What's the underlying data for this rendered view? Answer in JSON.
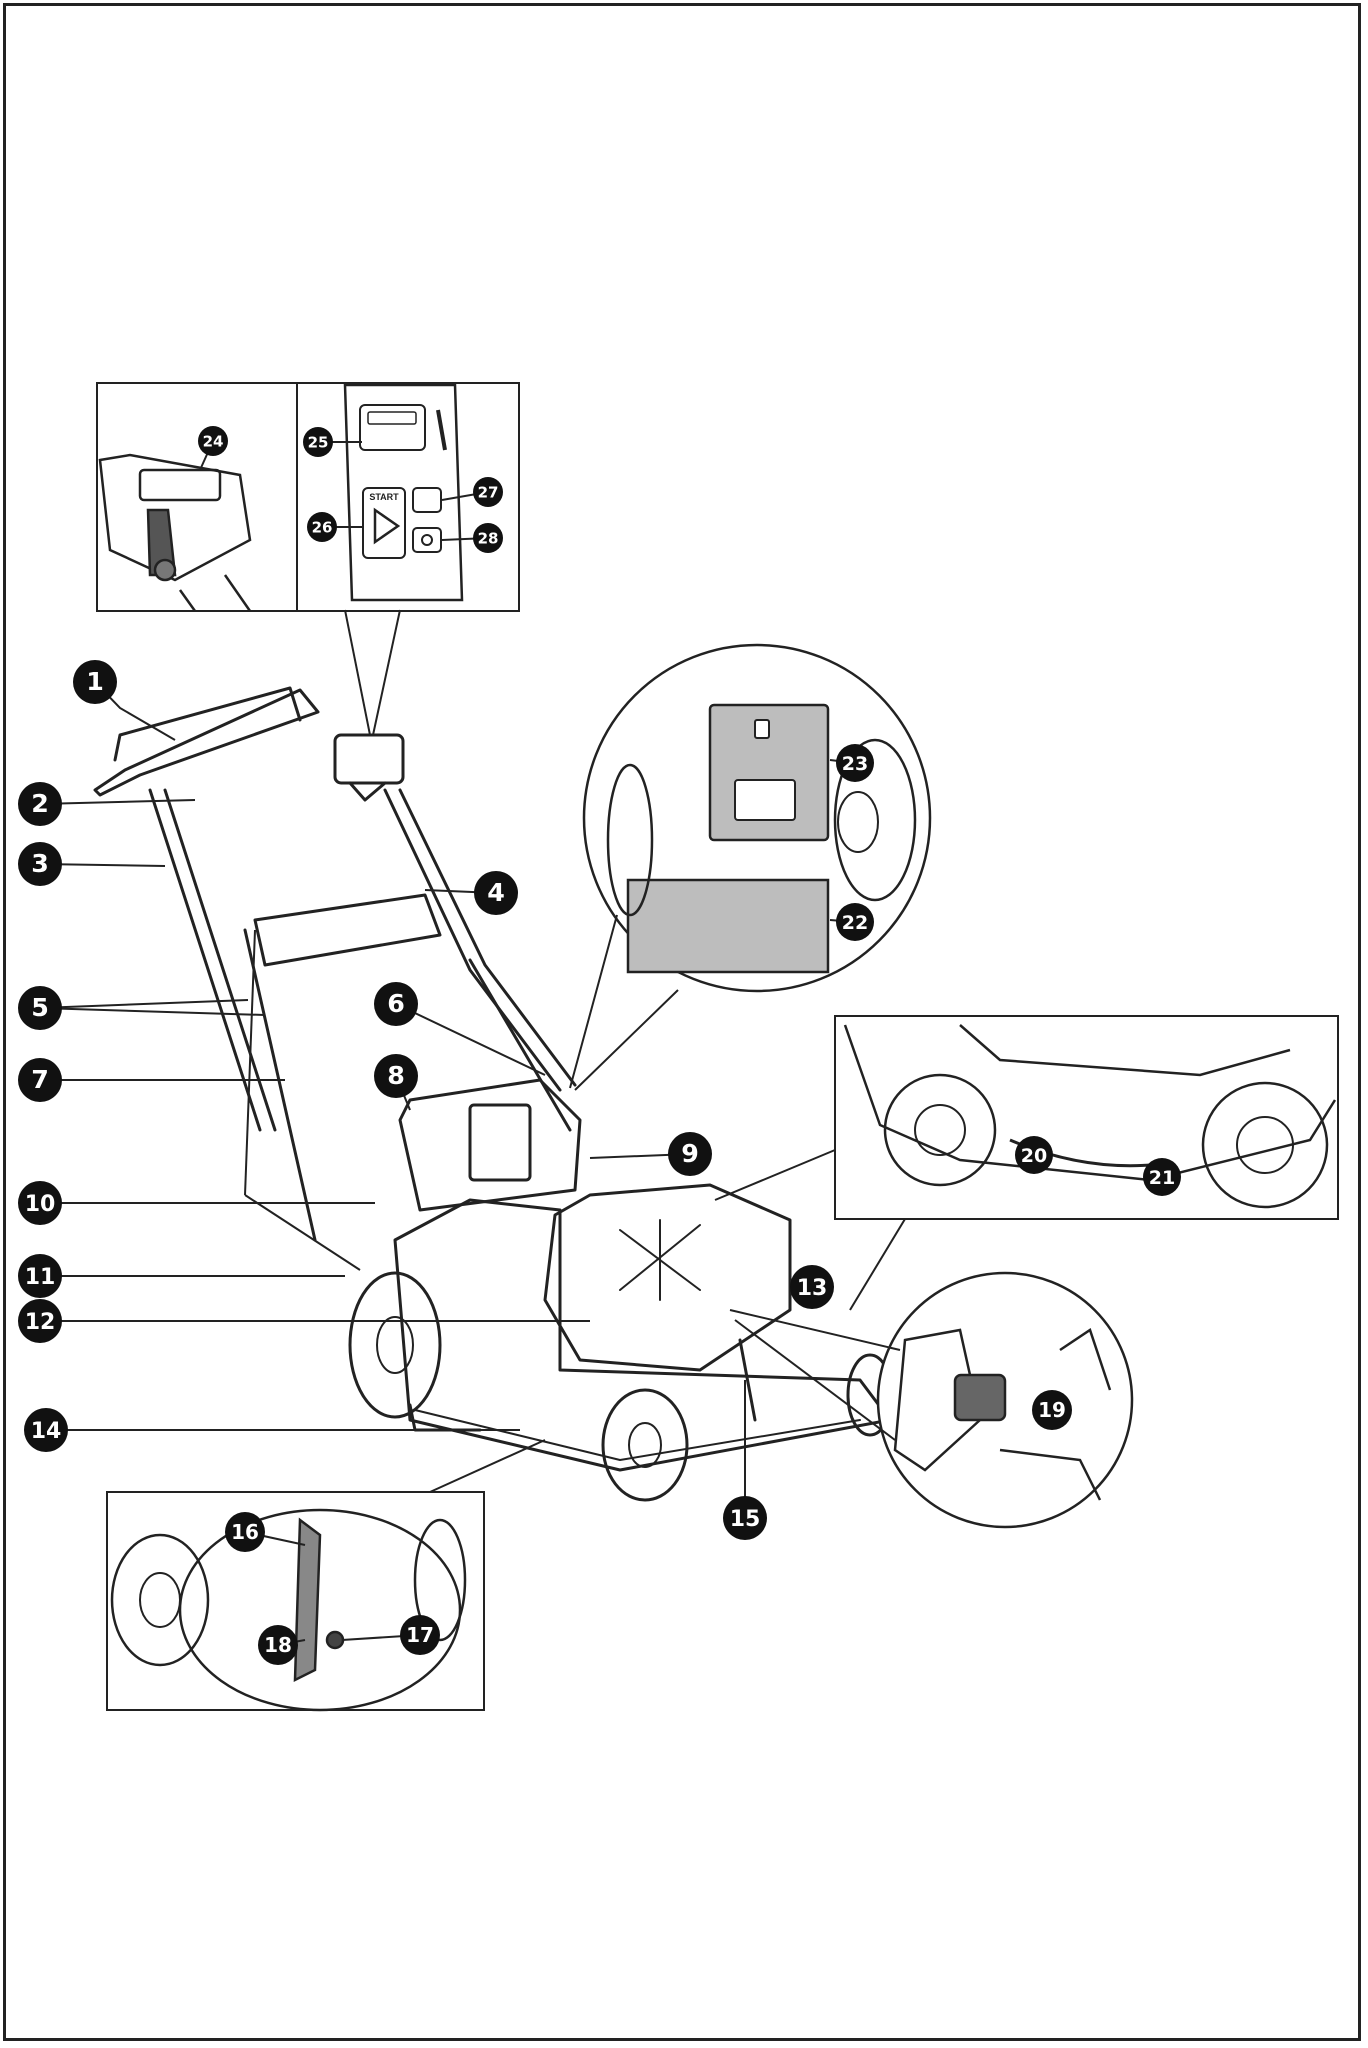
{
  "diagram": {
    "callouts": [
      {
        "num": "1"
      },
      {
        "num": "2"
      },
      {
        "num": "3"
      },
      {
        "num": "4"
      },
      {
        "num": "5"
      },
      {
        "num": "6"
      },
      {
        "num": "7"
      },
      {
        "num": "8"
      },
      {
        "num": "9"
      },
      {
        "num": "10"
      },
      {
        "num": "11"
      },
      {
        "num": "12"
      },
      {
        "num": "13"
      },
      {
        "num": "14"
      },
      {
        "num": "15"
      },
      {
        "num": "16"
      },
      {
        "num": "17"
      },
      {
        "num": "18"
      },
      {
        "num": "19"
      },
      {
        "num": "20"
      },
      {
        "num": "21"
      },
      {
        "num": "22"
      },
      {
        "num": "23"
      },
      {
        "num": "24"
      },
      {
        "num": "25"
      },
      {
        "num": "26"
      },
      {
        "num": "27"
      },
      {
        "num": "28"
      }
    ],
    "control_panel": {
      "start_label": "START"
    },
    "colors": {
      "ink": "#111111",
      "line": "#222222",
      "panel_gray": "#bdbdbd",
      "background": "#ffffff"
    }
  }
}
